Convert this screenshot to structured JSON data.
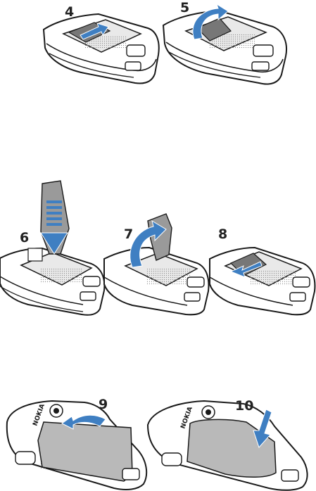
{
  "figure": {
    "steps": [
      {
        "label": "4"
      },
      {
        "label": "5"
      },
      {
        "label": "6"
      },
      {
        "label": "7"
      },
      {
        "label": "8"
      },
      {
        "label": "9"
      },
      {
        "label": "10"
      }
    ],
    "phone_brand": "NOKIA"
  },
  "colors": {
    "arrow_blue": "#3f7fc2",
    "outline": "#1a1a1a",
    "dots": "#9a9a9a",
    "cover": "#b9b9b9"
  }
}
